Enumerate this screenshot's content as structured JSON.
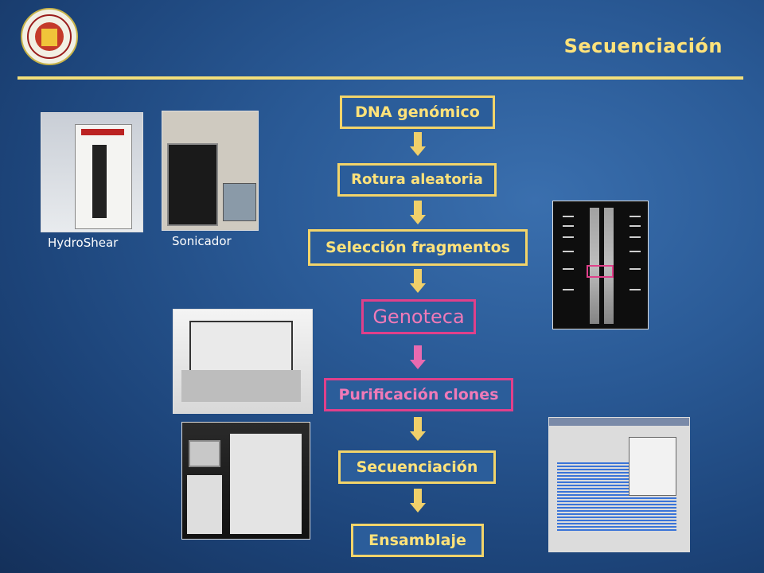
{
  "header": {
    "title": "Secuenciación"
  },
  "flow": {
    "step1": "DNA genómico",
    "step2": "Rotura aleatoria",
    "step3": "Selección fragmentos",
    "step4": "Genoteca",
    "step5": "Purificación clones",
    "step6": "Secuenciación",
    "step7": "Ensamblaje"
  },
  "photos": {
    "hydroshear_caption": "HydroShear",
    "sonicador_caption": "Sonicador"
  },
  "colors": {
    "accent": "#f2d46a",
    "highlight": "#e0408a",
    "background": "#2a5a96"
  }
}
